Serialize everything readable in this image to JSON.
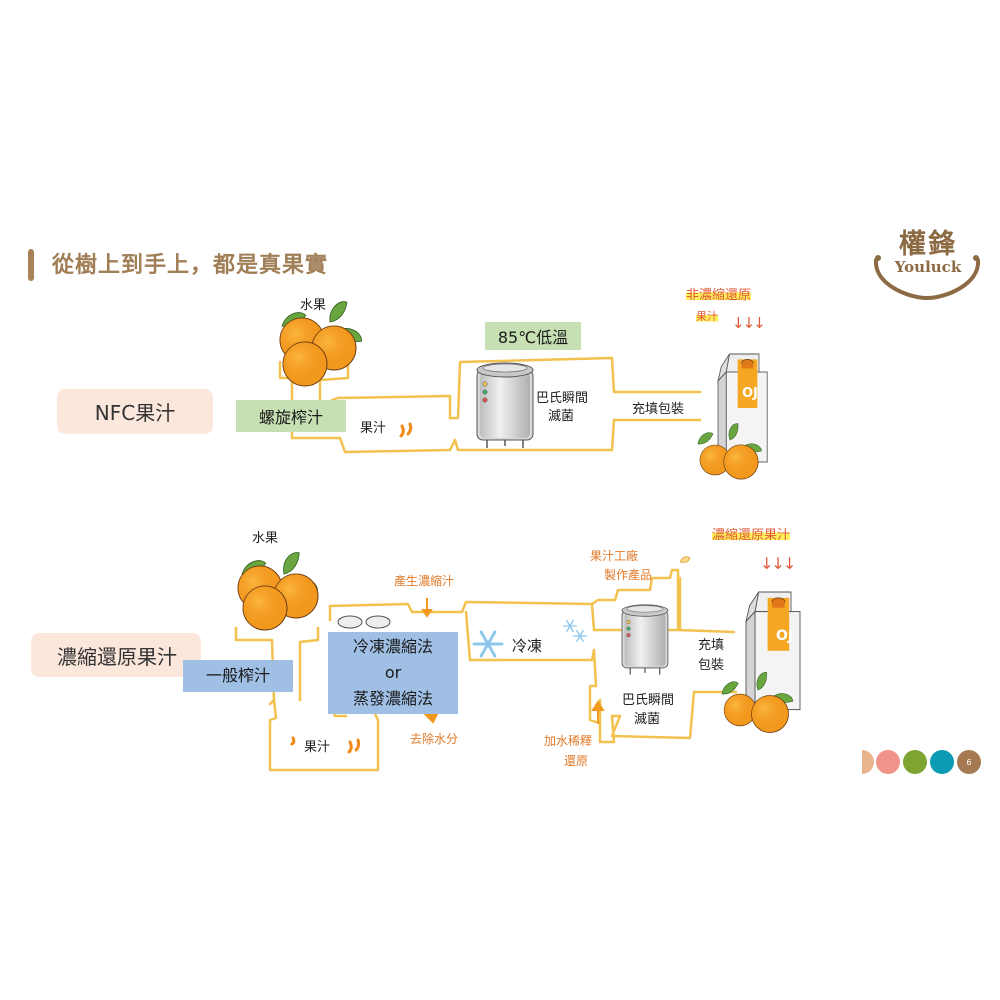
{
  "header": {
    "title": "從樹上到手上，都是真果實"
  },
  "logo": {
    "chinese": "權鋒",
    "english": "Youluck",
    "color": "#8c6a43"
  },
  "nfc_flow": {
    "category_label": "NFC果汁",
    "fruit_label": "水果",
    "press_method": "螺旋榨汁",
    "juice_label": "果汁",
    "temperature_label": "85℃低溫",
    "pasteurize_line1": "巴氏瞬間",
    "pasteurize_line2": "滅菌",
    "packaging": "充填包裝",
    "product_note_line1": "非濃縮還原",
    "product_note_line2": "果汁",
    "arrows": "↓↓↓",
    "carton_label": "OJ"
  },
  "fc_flow": {
    "category_label": "濃縮還原果汁",
    "fruit_label": "水果",
    "press_method": "一般榨汁",
    "juice_label": "果汁",
    "concentrate_note": "產生濃縮汁",
    "method_line1": "冷凍濃縮法",
    "method_or": "or",
    "method_line2": "蒸發濃縮法",
    "remove_water": "去除水分",
    "freeze_label": "冷凍",
    "factory_line1": "果汁工廠",
    "factory_line2": "製作產品",
    "dilute_line1": "加水稀釋",
    "dilute_line2": "還原",
    "pasteurize_line1": "巴氏瞬間",
    "pasteurize_line2": "滅菌",
    "packaging_line1": "充填",
    "packaging_line2": "包裝",
    "product_note": "濃縮還原果汁",
    "arrows": "↓↓↓",
    "carton_label": "OJ"
  },
  "pagination": {
    "page_number": "6",
    "dot_colors": [
      "#e9b48c",
      "#f0938a",
      "#7ea531",
      "#0d9ab4",
      "#a57a52"
    ]
  },
  "colors": {
    "title": "#a07e56",
    "category_bg": "#fbe7db",
    "green_box": "#c6e0b4",
    "blue_box": "#9fc0e4",
    "pipe": "#f2c14e",
    "orange": "#f39a1e"
  }
}
